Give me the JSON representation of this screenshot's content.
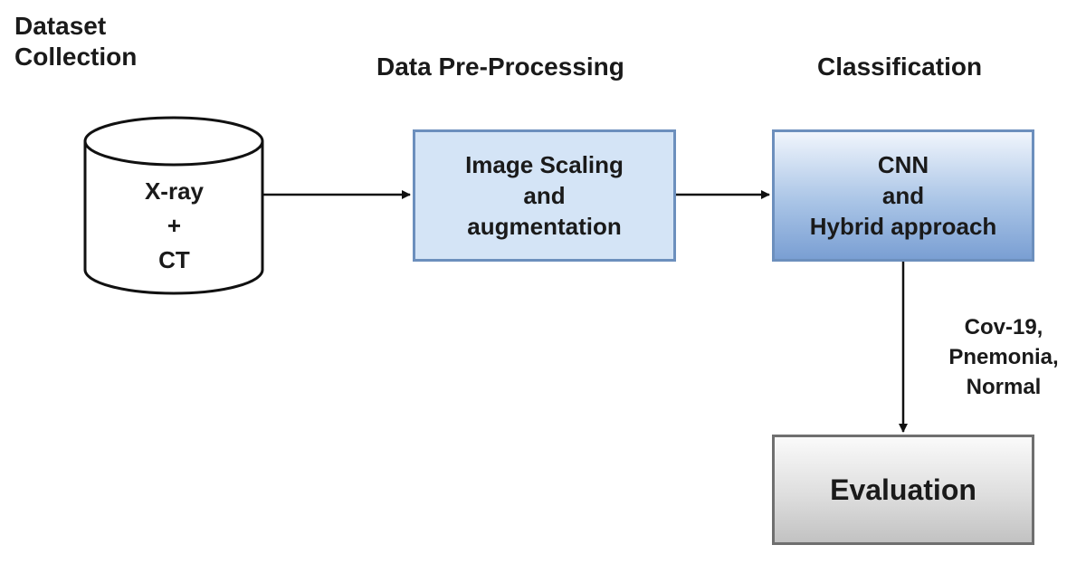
{
  "headings": {
    "dataset_line1": "Dataset",
    "dataset_line2": "Collection",
    "preprocessing": "Data Pre-Processing",
    "classification": "Classification"
  },
  "dataset_cylinder": {
    "line1": "X-ray",
    "line2": "+",
    "line3": "CT"
  },
  "preprocessing_box": {
    "line1": "Image Scaling",
    "line2": "and",
    "line3": "augmentation"
  },
  "classification_box": {
    "line1": "CNN",
    "line2": "and",
    "line3": "Hybrid approach"
  },
  "output_classes": {
    "line1": "Cov-19,",
    "line2": "Pnemonia,",
    "line3": "Normal"
  },
  "evaluation_box": {
    "label": "Evaluation"
  },
  "colors": {
    "box_blue_fill": "#d4e4f6",
    "box_blue_border": "#6c8fbd",
    "box_gray_border": "#6f6f6f",
    "arrow": "#111111"
  }
}
